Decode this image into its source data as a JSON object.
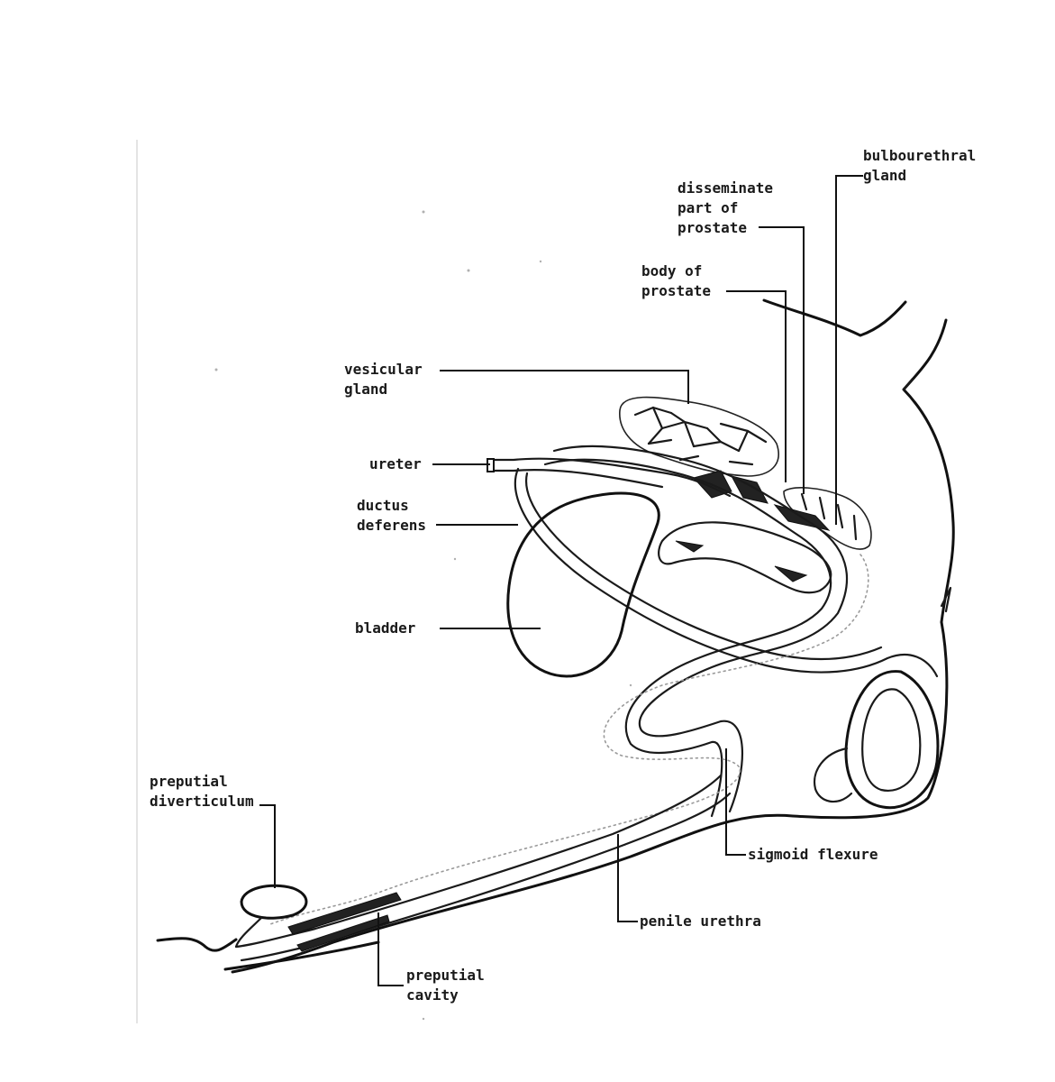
{
  "labels": {
    "bulbourethral_gland": [
      "bulbourethral",
      "gland"
    ],
    "disseminate_part_of_prostate": [
      "disseminate",
      "part of",
      "prostate"
    ],
    "body_of_prostate": [
      "body of",
      "prostate"
    ],
    "vesicular_gland": [
      "vesicular",
      "gland"
    ],
    "ureter": [
      "ureter"
    ],
    "ductus_deferens": [
      "ductus",
      "deferens"
    ],
    "bladder": [
      "bladder"
    ],
    "preputial_diverticulum": [
      "preputial",
      "diverticulum"
    ],
    "sigmoid_flexure": [
      "sigmoid flexure"
    ],
    "penile_urethra": [
      "penile urethra"
    ],
    "preputial_cavity": [
      "preputial",
      "cavity"
    ]
  }
}
